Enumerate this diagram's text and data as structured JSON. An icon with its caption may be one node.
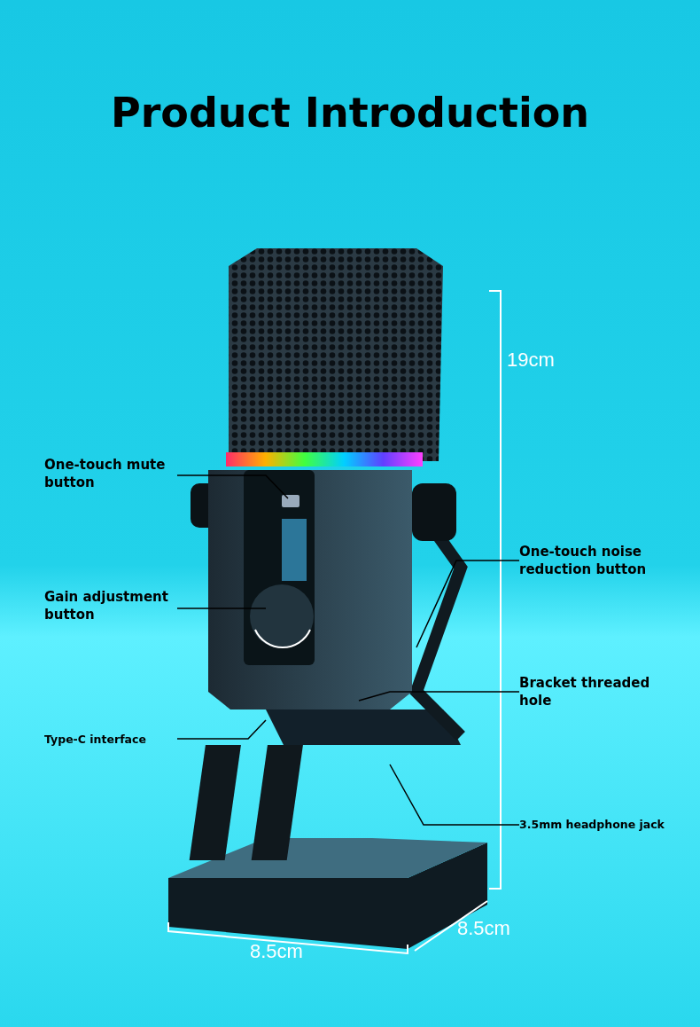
{
  "diagram": {
    "title": "Product Introduction",
    "nodes": [
      {
        "text": [
          "One-touch mute button"
        ]
      },
      {
        "text": [
          "Gain adjustment button"
        ]
      },
      {
        "text": [
          "Type-C interface"
        ]
      },
      {
        "text": [
          "One-touch noise reduction button"
        ]
      },
      {
        "text": [
          "Bracket threaded hole"
        ]
      },
      {
        "text": [
          "3.5mm headphone jack"
        ]
      }
    ],
    "edges": [
      {
        "from": 0,
        "to": null,
        "arrow": "none"
      },
      {
        "from": 1,
        "to": null,
        "arrow": "none"
      },
      {
        "from": 2,
        "to": null,
        "arrow": "none"
      },
      {
        "from": 3,
        "to": null,
        "arrow": "none"
      },
      {
        "from": 4,
        "to": null,
        "arrow": "none"
      },
      {
        "from": 5,
        "to": null,
        "arrow": "none"
      }
    ],
    "labels": [
      "19cm",
      "8.5cm",
      "8.5cm"
    ]
  }
}
